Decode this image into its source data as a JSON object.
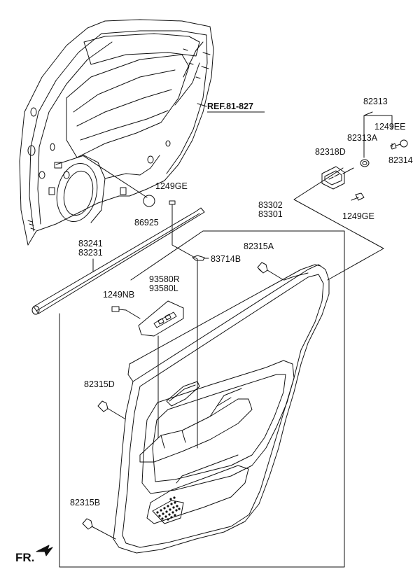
{
  "diagram": {
    "ref_label": "REF.81-827",
    "front_label": "FR.",
    "parts": {
      "p82313": "82313",
      "p1249EE": "1249EE",
      "p82313A": "82313A",
      "p82318D": "82318D",
      "p82314": "82314",
      "p1249GE_top": "1249GE",
      "p1249GE_right": "1249GE",
      "p83302": "83302",
      "p83301": "83301",
      "p86925": "86925",
      "p83241": "83241",
      "p83231": "83231",
      "p83714B": "83714B",
      "p82315A": "82315A",
      "p93580R": "93580R",
      "p93580L": "93580L",
      "p1249NB": "1249NB",
      "p82315D": "82315D",
      "p82315B": "82315B"
    }
  }
}
